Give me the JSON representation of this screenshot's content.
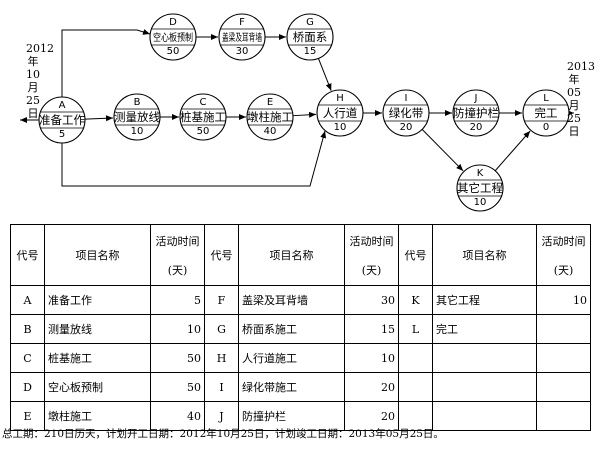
{
  "diagram": {
    "start_date": "2012年10月25日",
    "end_date": "2013年05月25日",
    "nodes": [
      {
        "code": "A",
        "name": "准备工作",
        "duration": "5"
      },
      {
        "code": "B",
        "name": "测量放线",
        "duration": "10"
      },
      {
        "code": "C",
        "name": "桩基施工",
        "duration": "50"
      },
      {
        "code": "D",
        "name": "空心板预制",
        "duration": "50"
      },
      {
        "code": "E",
        "name": "墩柱施工",
        "duration": "40"
      },
      {
        "code": "F",
        "name": "盖梁及耳背墙",
        "duration": "30"
      },
      {
        "code": "G",
        "name": "桥面系",
        "duration": "15"
      },
      {
        "code": "H",
        "name": "人行道",
        "duration": "10"
      },
      {
        "code": "I",
        "name": "绿化带",
        "duration": "20"
      },
      {
        "code": "J",
        "name": "防撞护栏",
        "duration": "20"
      },
      {
        "code": "K",
        "name": "其它工程",
        "duration": "10"
      },
      {
        "code": "L",
        "name": "完工",
        "duration": "0"
      }
    ]
  },
  "table": {
    "headers": {
      "code": "代号",
      "name": "项目名称",
      "time": "活动时间",
      "unit": "(天)"
    },
    "rows": [
      [
        {
          "code": "A",
          "name": "准备工作",
          "time": "5"
        },
        {
          "code": "F",
          "name": "盖梁及耳背墙",
          "time": "30"
        },
        {
          "code": "K",
          "name": "其它工程",
          "time": "10"
        }
      ],
      [
        {
          "code": "B",
          "name": "测量放线",
          "time": "10"
        },
        {
          "code": "G",
          "name": "桥面系施工",
          "time": "15"
        },
        {
          "code": "L",
          "name": "完工",
          "time": ""
        }
      ],
      [
        {
          "code": "C",
          "name": "桩基施工",
          "time": "50"
        },
        {
          "code": "H",
          "name": "人行道施工",
          "time": "10"
        },
        {
          "code": "",
          "name": "",
          "time": ""
        }
      ],
      [
        {
          "code": "D",
          "name": "空心板预制",
          "time": "50"
        },
        {
          "code": "I",
          "name": "绿化带施工",
          "time": "20"
        },
        {
          "code": "",
          "name": "",
          "time": ""
        }
      ],
      [
        {
          "code": "E",
          "name": "墩柱施工",
          "time": "40"
        },
        {
          "code": "J",
          "name": "防撞护栏",
          "time": "20"
        },
        {
          "code": "",
          "name": "",
          "time": ""
        }
      ]
    ]
  },
  "footer": "总工期：210日历天，计划开工日期：2012年10月25日，计划竣工日期：2013年05月25日。"
}
